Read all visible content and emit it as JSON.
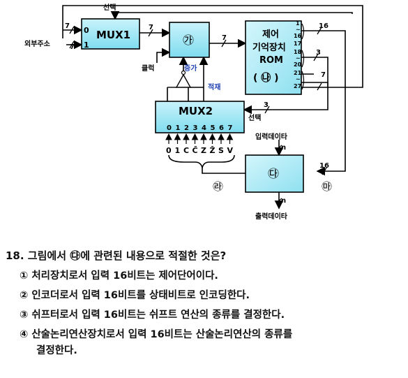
{
  "diagram": {
    "mux1": {
      "title": "MUX1",
      "in0": "0",
      "in1": "1"
    },
    "ga": {
      "label": "㉮"
    },
    "rom": {
      "line1": "제어",
      "line2": "기억장치",
      "line3": "ROM",
      "line4": "( ㉯ )"
    },
    "mux2": {
      "title": "MUX2",
      "indices": [
        "0",
        "1",
        "2",
        "3",
        "4",
        "5",
        "6",
        "7"
      ],
      "conds": [
        "0",
        "1",
        "C",
        "C̄",
        "Z",
        "Z̄",
        "S",
        "V"
      ]
    },
    "da": {
      "label": "㉰"
    },
    "labels": {
      "select_top": "선택",
      "external_addr": "외부주소",
      "clock": "클럭",
      "increment": "증가",
      "load": "적재",
      "select_mux2": "선택",
      "input_data": "입력데이타",
      "output_data": "출력데이타",
      "ma": "㉱",
      "ra": "㉲",
      "bits_mux1_in0": "7",
      "bits_ext": "7",
      "bits_mux1_out": "7",
      "bits_ga_out": "7",
      "bits_rom_out": "16",
      "bits_sel": "3",
      "bits_addr": "7",
      "bits_sel2": "3",
      "bits_da_in": "16",
      "bits_in": "n",
      "bits_out": "n",
      "rom_r1a": "1",
      "rom_r1b": "~",
      "rom_r1c": "16",
      "rom_r2a": "17",
      "rom_r3a": "18",
      "rom_r3b": "~",
      "rom_r3c": "20",
      "rom_r4a": "21",
      "rom_r4b": "~",
      "rom_r4c": "27"
    }
  },
  "question": {
    "stem": "18. 그림에서 ㉰에 관련된 내용으로 적절한 것은?",
    "options": [
      "① 처리장치로서 입력 16비트는 제어단어이다.",
      "② 인코더로서 입력 16비트를 상태비트로 인코딩한다.",
      "③ 쉬프터로서 입력 16비트는 쉬프트 연산의 종류를 결정한다.",
      "④ 산술논리연산장치로서 입력 16비트는 산술논리연산의 종류를"
    ],
    "option4_cont": "결정한다."
  }
}
